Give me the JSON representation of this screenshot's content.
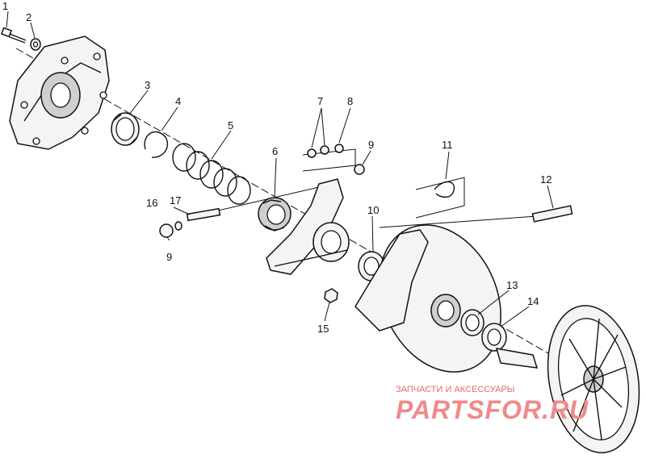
{
  "diagram": {
    "callouts": [
      "1",
      "2",
      "3",
      "4",
      "5",
      "6",
      "7",
      "8",
      "9",
      "9",
      "10",
      "11",
      "12",
      "13",
      "14",
      "15",
      "16",
      "17"
    ],
    "watermark": {
      "subtitle": "ЗАПЧАСТИ И АКСЕССУАРЫ",
      "brand": "PARTSFOR.RU"
    }
  }
}
